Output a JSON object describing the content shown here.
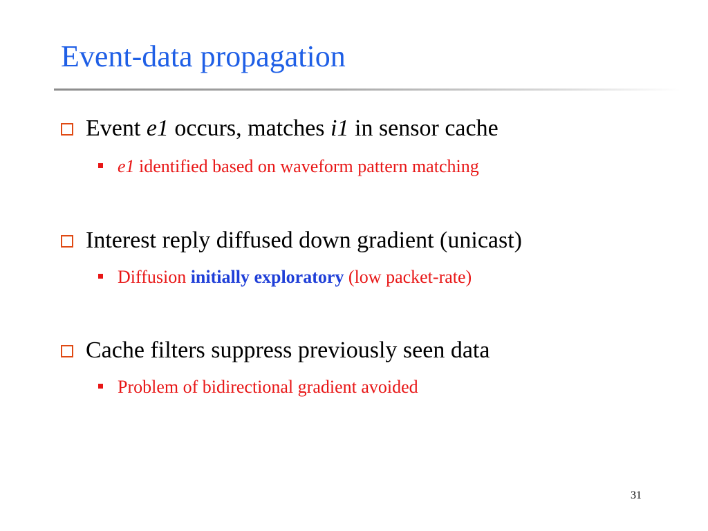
{
  "slide": {
    "title": "Event-data propagation",
    "page_number": "31",
    "bullets": [
      {
        "runs": [
          {
            "text": "Event ",
            "style": "normal"
          },
          {
            "text": "e1",
            "style": "italic"
          },
          {
            "text": " occurs, matches ",
            "style": "normal"
          },
          {
            "text": "i1",
            "style": "italic"
          },
          {
            "text": " in sensor cache",
            "style": "normal"
          }
        ],
        "sub": {
          "runs": [
            {
              "text": "e1",
              "style": "italic"
            },
            {
              "text": " identified based on waveform pattern matching",
              "style": "normal"
            }
          ]
        }
      },
      {
        "runs": [
          {
            "text": "Interest reply diffused down gradient (unicast)",
            "style": "normal"
          }
        ],
        "sub": {
          "runs": [
            {
              "text": "Diffusion ",
              "style": "normal"
            },
            {
              "text": "initially exploratory",
              "style": "bold-blue"
            },
            {
              "text": " (low packet-rate)",
              "style": "normal"
            }
          ]
        }
      },
      {
        "runs": [
          {
            "text": "Cache filters suppress previously seen data",
            "style": "normal"
          }
        ],
        "sub": {
          "runs": [
            {
              "text": "Problem of bidirectional gradient avoided",
              "style": "normal"
            }
          ]
        }
      }
    ]
  },
  "colors": {
    "title": "#1f5fe6",
    "level1_text": "#000000",
    "level1_marker": "#e04a14",
    "level2_text": "#e81616",
    "emphasis": "#1f3fd8"
  },
  "icons": {
    "level1_marker": "hollow-square-bullet-icon",
    "level2_marker": "filled-square-bullet-icon"
  }
}
